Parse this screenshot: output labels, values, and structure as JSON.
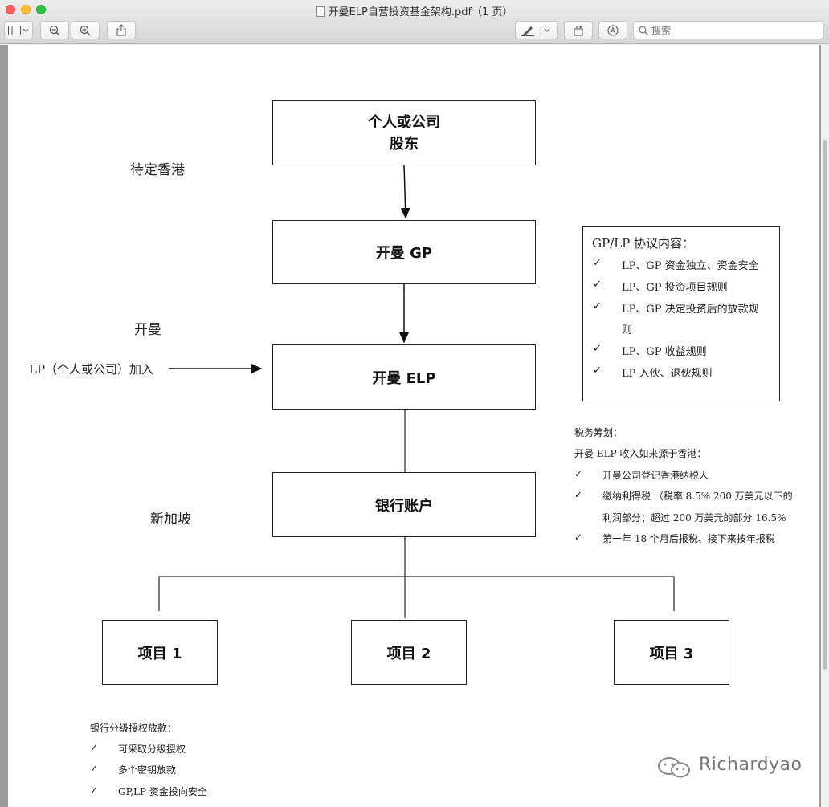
{
  "window": {
    "title": "开曼ELP自营投资基金架构.pdf（1 页）"
  },
  "toolbar": {
    "search_placeholder": "搜索"
  },
  "diagram": {
    "shareholder": {
      "line1": "个人或公司",
      "line2": "股东"
    },
    "gp": "开曼 GP",
    "elp": "开曼 ELP",
    "bank": "银行账户",
    "projects": [
      "项目 1",
      "项目 2",
      "项目 3"
    ],
    "side_labels": {
      "hk": "待定香港",
      "cayman": "开曼",
      "lp_join": "LP（个人或公司）加入",
      "singapore": "新加坡"
    }
  },
  "agreement": {
    "title": "GP/LP 协议内容：",
    "items": [
      "LP、GP 资金独立、资金安全",
      "LP、GP 投资项目规则",
      "LP、GP 决定投资后的放款规",
      "则",
      "LP、GP 收益规则",
      "LP 入伙、退伙规则"
    ]
  },
  "tax": {
    "title": "税务筹划：",
    "subtitle": "开曼 ELP 收入如来源于香港：",
    "items": [
      "开曼公司登记香港纳税人",
      "缴纳利得税 （税率 8.5% 200 万美元以下的",
      "利润部分；超过 200 万美元的部分  16.5%",
      "第一年 18 个月后报税、接下来按年报税"
    ]
  },
  "bank_release": {
    "title": "银行分级授权放款：",
    "items": [
      "可采取分级授权",
      "多个密钥放款",
      "GP,LP 资金投向安全"
    ]
  },
  "check_mark": "✓",
  "watermark": "Richardyao"
}
